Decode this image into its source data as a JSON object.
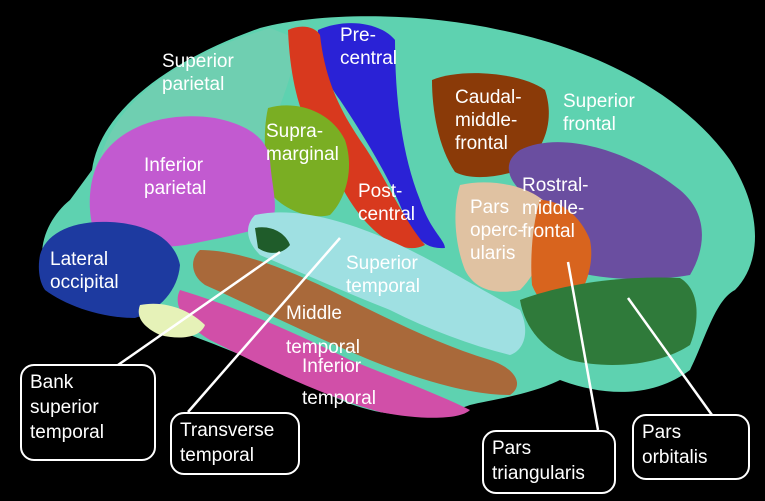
{
  "figure": {
    "regions": [
      {
        "id": "superior-parietal",
        "label": "Superior\nparietal",
        "color": "#6fcfb1"
      },
      {
        "id": "precentral",
        "label": "Pre-\ncentral",
        "color": "#2a22d6"
      },
      {
        "id": "caudal-middle-frontal",
        "label": "Caudal-\nmiddle-\nfrontal",
        "color": "#8a3a08"
      },
      {
        "id": "superior-frontal",
        "label": "Superior\nfrontal",
        "color": "#5ed2b0"
      },
      {
        "id": "supramarginal",
        "label": "Supra-\nmarginal",
        "color": "#7aae23"
      },
      {
        "id": "inferior-parietal",
        "label": "Inferior\nparietal",
        "color": "#c25ad0"
      },
      {
        "id": "postcentral",
        "label": "Post-\ncentral",
        "color": "#d8391e"
      },
      {
        "id": "rostral-middle-frontal",
        "label": "Rostral-\nmiddle-\nfrontal",
        "color": "#6a4ea0"
      },
      {
        "id": "pars-opercularis",
        "label": "Pars\noperc-\nularis",
        "color": "#e0c2a2"
      },
      {
        "id": "lateral-occipital",
        "label": "Lateral\noccipital",
        "color": "#1d3aa0"
      },
      {
        "id": "superior-temporal",
        "label": "Superior\ntemporal",
        "color": "#9fe0e2"
      },
      {
        "id": "middle-temporal",
        "label": "Middle\ntemporal",
        "color": "#a9693a"
      },
      {
        "id": "inferior-temporal",
        "label": "Inferior\ntemporal",
        "color": "#d14fa8"
      },
      {
        "id": "pars-triangularis",
        "label": "",
        "color": "#d8641e"
      },
      {
        "id": "pars-orbitalis",
        "label": "",
        "color": "#2f7a3a"
      }
    ],
    "callouts": [
      {
        "id": "bank-superior-temporal",
        "label": "Bank\nsuperior\ntemporal"
      },
      {
        "id": "transverse-temporal",
        "label": "Transverse\ntemporal"
      },
      {
        "id": "pars-triangularis",
        "label": "Pars\ntriangularis"
      },
      {
        "id": "pars-orbitalis",
        "label": "Pars\norbitalis"
      }
    ],
    "colors": {
      "background": "#000000",
      "text": "#ffffff",
      "leader_line": "#ffffff"
    }
  }
}
